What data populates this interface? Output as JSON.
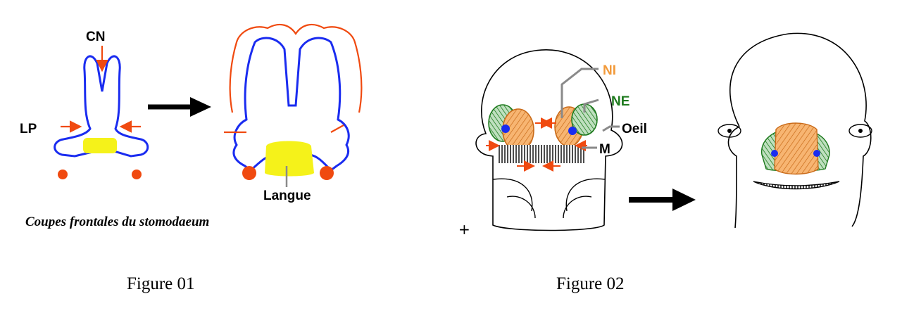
{
  "figure1": {
    "labels": {
      "cn": "CN",
      "lp": "LP",
      "langue": "Langue"
    },
    "caption_italic": "Coupes frontales du stomodaeum",
    "caption": "Figure 01"
  },
  "figure2": {
    "labels": {
      "ni": "NI",
      "ne": "NE",
      "oeil": "Oeil",
      "m": "M"
    },
    "plus_mark": "+",
    "caption": "Figure 02"
  },
  "colors": {
    "outline_blue": "#1a2cf0",
    "arrow_orange": "#f04a10",
    "tongue_yellow": "#f5f21a",
    "ni_orange": "#f29a3a",
    "ne_green": "#1e7a1e",
    "leader_gray": "#8a8a8a",
    "black": "#000000"
  }
}
